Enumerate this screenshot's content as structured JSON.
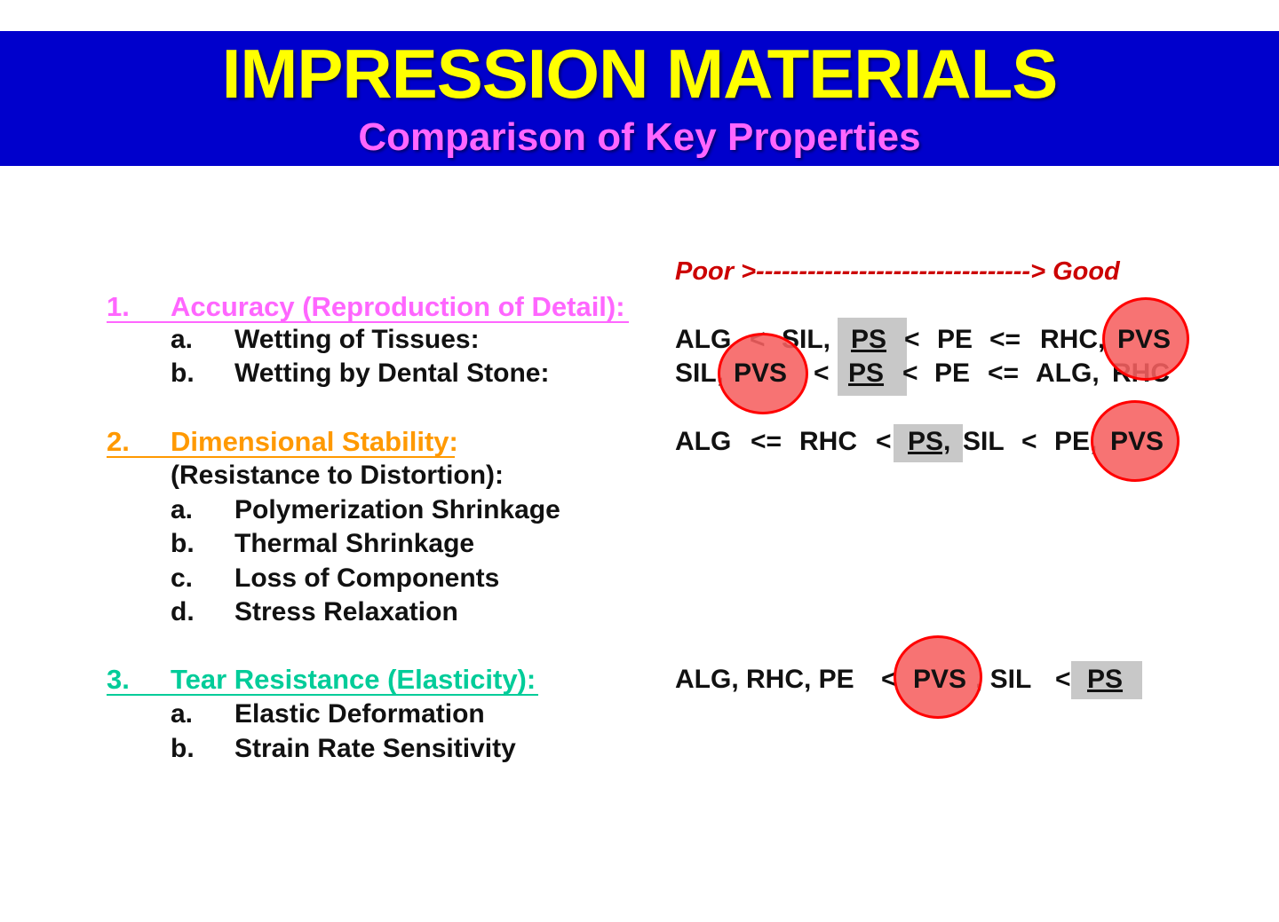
{
  "header": {
    "title": "IMPRESSION MATERIALS",
    "subtitle": "Comparison of Key Properties"
  },
  "colors": {
    "banner": "#0000cc",
    "title": "#ffff00",
    "subtitle": "#ff66ff",
    "section1": "#ff66ff",
    "section2": "#ff9900",
    "section3": "#00cc99",
    "scale": "#cc0000",
    "highlight_box": "#c8c8c8",
    "highlight_circle": "#ff0000"
  },
  "scale": {
    "text": "Poor >--------------------------------> Good"
  },
  "sections": [
    {
      "number": "1.",
      "title": "Accuracy (Reproduction of Detail):",
      "items": [
        {
          "letter": "a.",
          "label": "Wetting of Tissues:",
          "ranking": [
            "ALG",
            "<",
            "SIL,",
            "PS",
            "<",
            "PE",
            "<=",
            "RHC,",
            "PVS"
          ]
        },
        {
          "letter": "b.",
          "label": "Wetting by Dental Stone:",
          "ranking": [
            "SIL,",
            "PVS",
            "<",
            "PS",
            "<",
            "PE",
            "<=",
            "ALG,",
            "RHC"
          ]
        }
      ]
    },
    {
      "number": "2.",
      "title": "Dimensional Stability:",
      "subtitle": "(Resistance to Distortion):",
      "ranking": [
        "ALG",
        "<=",
        "RHC",
        "<",
        "PS,",
        "SIL",
        "<",
        "PE,",
        "PVS"
      ],
      "items": [
        {
          "letter": "a.",
          "label": "Polymerization Shrinkage"
        },
        {
          "letter": "b.",
          "label": "Thermal Shrinkage"
        },
        {
          "letter": "c.",
          "label": "Loss of Components"
        },
        {
          "letter": "d.",
          "label": "Stress Relaxation"
        }
      ]
    },
    {
      "number": "3.",
      "title": "Tear Resistance (Elasticity):",
      "ranking": [
        "ALG, RHC, PE",
        "<",
        "PVS",
        ", SIL",
        "<",
        "PS"
      ],
      "items": [
        {
          "letter": "a.",
          "label": "Elastic Deformation"
        },
        {
          "letter": "b.",
          "label": "Strain Rate Sensitivity"
        }
      ]
    }
  ]
}
